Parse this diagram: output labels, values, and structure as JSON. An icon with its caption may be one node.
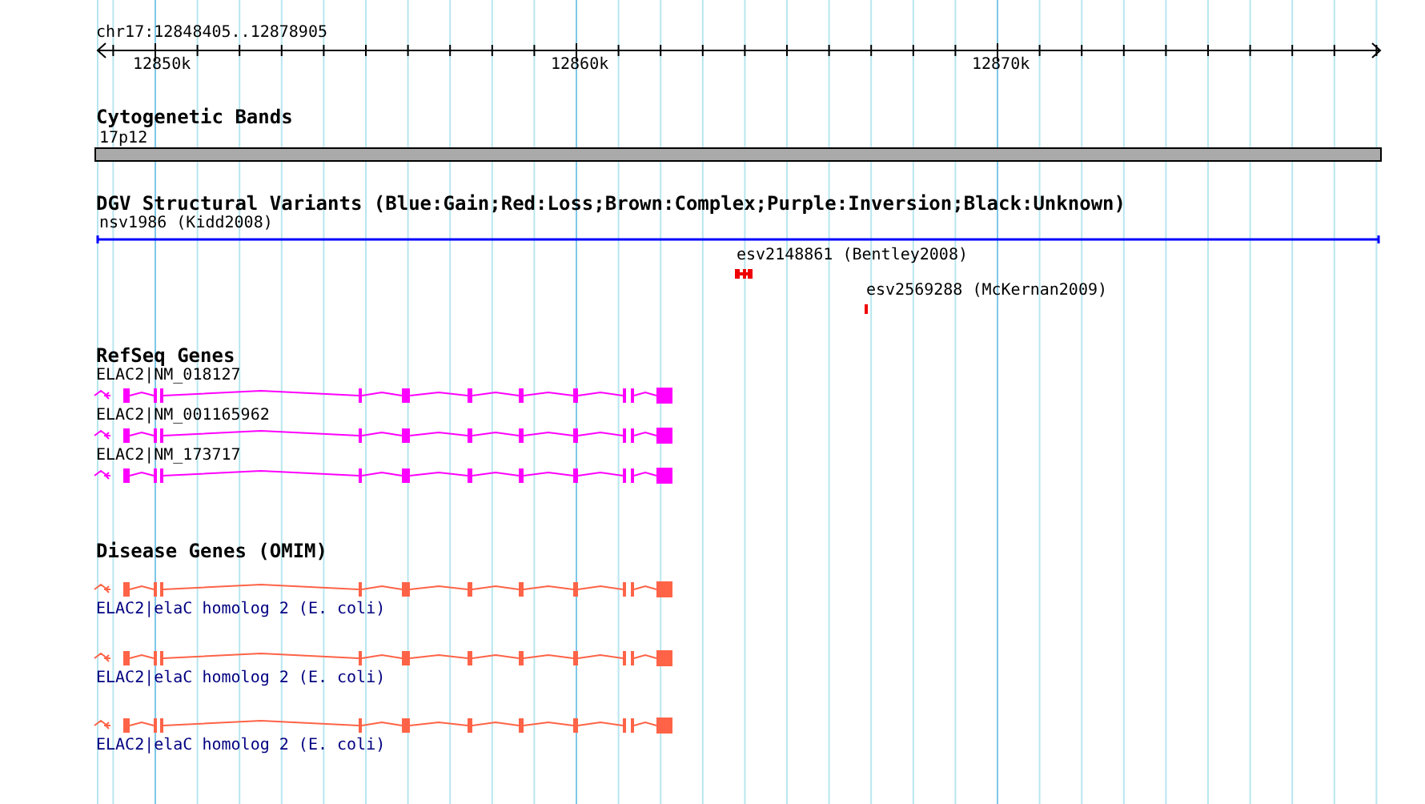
{
  "diagram": {
    "nodes": [
      {
        "text": [
          "17p12"
        ]
      },
      {
        "text": [
          "nsv1986 (Kidd2008)"
        ]
      },
      {
        "text": [
          "esv2148861 (Bentley2008)"
        ]
      },
      {
        "text": [
          "esv2569288 (McKernan2009)"
        ]
      },
      {
        "text": [
          "ELAC2|NM_018127"
        ]
      },
      {
        "text": [
          "ELAC2|NM_001165962"
        ]
      },
      {
        "text": [
          "ELAC2|NM_173717"
        ]
      },
      {
        "text": [
          "ELAC2|elaC homolog 2 (E. coli)"
        ]
      },
      {
        "text": [
          "ELAC2|elaC homolog 2 (E. coli)"
        ]
      },
      {
        "text": [
          "ELAC2|elaC homolog 2 (E. coli)"
        ]
      }
    ],
    "labels": [
      "chr17:12848405..12878905",
      "12850k",
      "12860k",
      "12870k",
      "Cytogenetic Bands",
      "DGV Structural Variants (Blue:Gain;Red:Loss;Brown:Complex;Purple:Inversion;Black:Unknown)",
      "RefSeq Genes",
      "Disease Genes (OMIM)"
    ]
  }
}
